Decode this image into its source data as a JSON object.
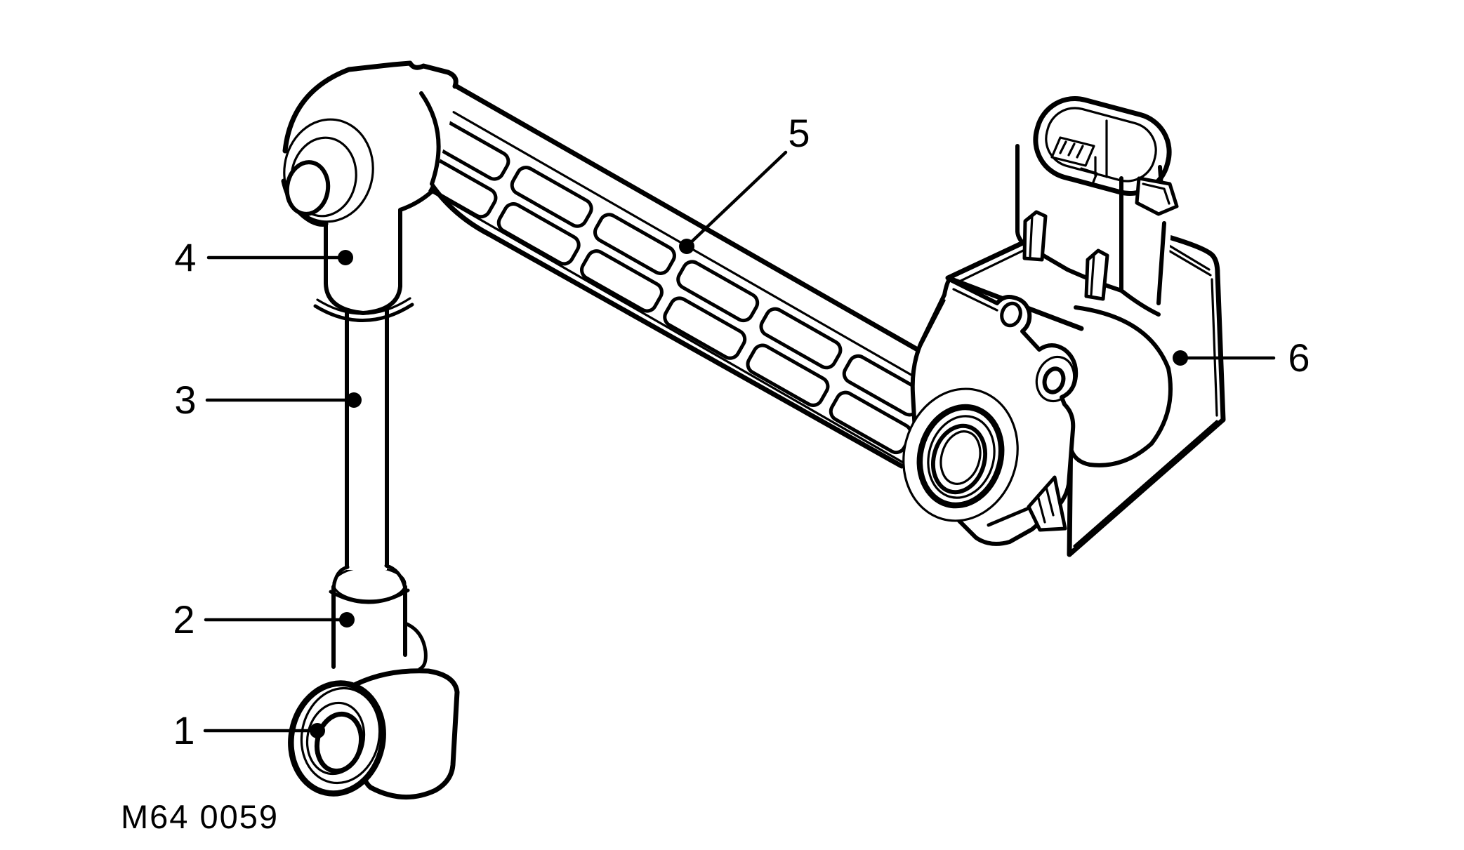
{
  "figure": {
    "code": "M64 0059"
  },
  "colors": {
    "background": "#ffffff",
    "line": "#000000"
  },
  "callouts": [
    {
      "number": "1"
    },
    {
      "number": "2"
    },
    {
      "number": "3"
    },
    {
      "number": "4"
    },
    {
      "number": "5"
    },
    {
      "number": "6"
    }
  ]
}
